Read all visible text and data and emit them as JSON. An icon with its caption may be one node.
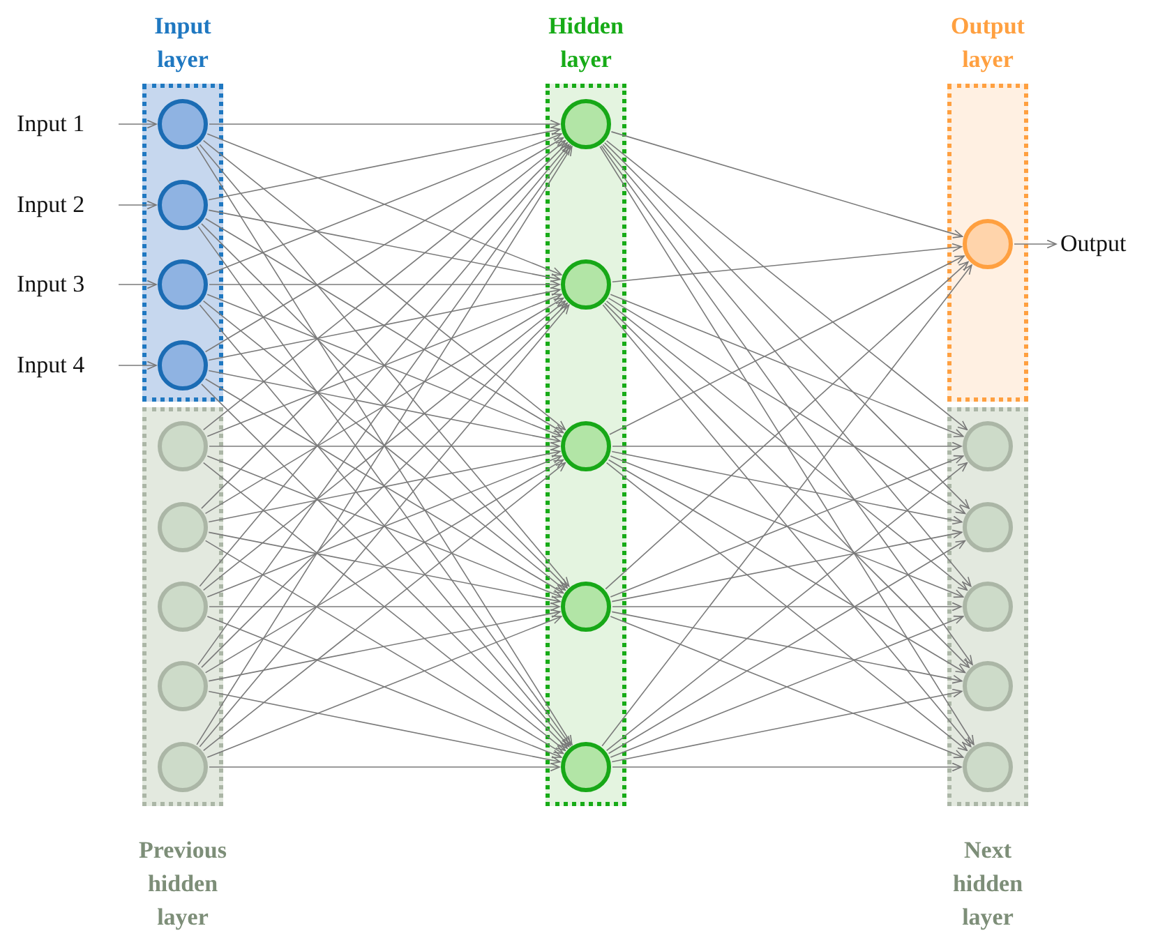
{
  "diagram": {
    "nodes": [
      {
        "text": [
          "Input layer"
        ]
      },
      {
        "text": [],
        "shape": "circle",
        "in": 0
      },
      {
        "text": [],
        "shape": "circle",
        "in": 0
      },
      {
        "text": [],
        "shape": "circle",
        "in": 0
      },
      {
        "text": [],
        "shape": "circle",
        "in": 0
      },
      {
        "text": [
          "Previous hidden layer"
        ]
      },
      {
        "text": [],
        "shape": "circle",
        "in": 5
      },
      {
        "text": [],
        "shape": "circle",
        "in": 5
      },
      {
        "text": [],
        "shape": "circle",
        "in": 5
      },
      {
        "text": [],
        "shape": "circle",
        "in": 5
      },
      {
        "text": [],
        "shape": "circle",
        "in": 5
      },
      {
        "text": [
          "Hidden layer"
        ]
      },
      {
        "text": [],
        "shape": "circle",
        "in": 11
      },
      {
        "text": [],
        "shape": "circle",
        "in": 11
      },
      {
        "text": [],
        "shape": "circle",
        "in": 11
      },
      {
        "text": [],
        "shape": "circle",
        "in": 11
      },
      {
        "text": [],
        "shape": "circle",
        "in": 11
      },
      {
        "text": [
          "Output layer"
        ]
      },
      {
        "text": [],
        "shape": "circle",
        "in": 17
      },
      {
        "text": [
          "Next hidden layer"
        ]
      },
      {
        "text": [],
        "shape": "circle",
        "in": 19
      },
      {
        "text": [],
        "shape": "circle",
        "in": 19
      },
      {
        "text": [],
        "shape": "circle",
        "in": 19
      },
      {
        "text": [],
        "shape": "circle",
        "in": 19
      },
      {
        "text": [],
        "shape": "circle",
        "in": 19
      },
      {
        "text": [
          "Input 1"
        ]
      },
      {
        "text": [
          "Input 2"
        ]
      },
      {
        "text": [
          "Input 3"
        ]
      },
      {
        "text": [
          "Input 4"
        ]
      },
      {
        "text": [
          "Output"
        ]
      }
    ],
    "edges": [
      {
        "from": 25,
        "to": 1,
        "arrow": "to"
      },
      {
        "from": 26,
        "to": 2,
        "arrow": "to"
      },
      {
        "from": 27,
        "to": 3,
        "arrow": "to"
      },
      {
        "from": 28,
        "to": 4,
        "arrow": "to"
      },
      {
        "from": 1,
        "to": 12,
        "arrow": "to"
      },
      {
        "from": 1,
        "to": 13,
        "arrow": "to"
      },
      {
        "from": 1,
        "to": 14,
        "arrow": "to"
      },
      {
        "from": 1,
        "to": 15,
        "arrow": "to"
      },
      {
        "from": 1,
        "to": 16,
        "arrow": "to"
      },
      {
        "from": 2,
        "to": 12,
        "arrow": "to"
      },
      {
        "from": 2,
        "to": 13,
        "arrow": "to"
      },
      {
        "from": 2,
        "to": 14,
        "arrow": "to"
      },
      {
        "from": 2,
        "to": 15,
        "arrow": "to"
      },
      {
        "from": 2,
        "to": 16,
        "arrow": "to"
      },
      {
        "from": 3,
        "to": 12,
        "arrow": "to"
      },
      {
        "from": 3,
        "to": 13,
        "arrow": "to"
      },
      {
        "from": 3,
        "to": 14,
        "arrow": "to"
      },
      {
        "from": 3,
        "to": 15,
        "arrow": "to"
      },
      {
        "from": 3,
        "to": 16,
        "arrow": "to"
      },
      {
        "from": 4,
        "to": 12,
        "arrow": "to"
      },
      {
        "from": 4,
        "to": 13,
        "arrow": "to"
      },
      {
        "from": 4,
        "to": 14,
        "arrow": "to"
      },
      {
        "from": 4,
        "to": 15,
        "arrow": "to"
      },
      {
        "from": 4,
        "to": 16,
        "arrow": "to"
      },
      {
        "from": 6,
        "to": 12,
        "arrow": "to"
      },
      {
        "from": 6,
        "to": 13,
        "arrow": "to"
      },
      {
        "from": 6,
        "to": 14,
        "arrow": "to"
      },
      {
        "from": 6,
        "to": 15,
        "arrow": "to"
      },
      {
        "from": 6,
        "to": 16,
        "arrow": "to"
      },
      {
        "from": 7,
        "to": 12,
        "arrow": "to"
      },
      {
        "from": 7,
        "to": 13,
        "arrow": "to"
      },
      {
        "from": 7,
        "to": 14,
        "arrow": "to"
      },
      {
        "from": 7,
        "to": 15,
        "arrow": "to"
      },
      {
        "from": 7,
        "to": 16,
        "arrow": "to"
      },
      {
        "from": 8,
        "to": 12,
        "arrow": "to"
      },
      {
        "from": 8,
        "to": 13,
        "arrow": "to"
      },
      {
        "from": 8,
        "to": 14,
        "arrow": "to"
      },
      {
        "from": 8,
        "to": 15,
        "arrow": "to"
      },
      {
        "from": 8,
        "to": 16,
        "arrow": "to"
      },
      {
        "from": 9,
        "to": 12,
        "arrow": "to"
      },
      {
        "from": 9,
        "to": 13,
        "arrow": "to"
      },
      {
        "from": 9,
        "to": 14,
        "arrow": "to"
      },
      {
        "from": 9,
        "to": 15,
        "arrow": "to"
      },
      {
        "from": 9,
        "to": 16,
        "arrow": "to"
      },
      {
        "from": 10,
        "to": 12,
        "arrow": "to"
      },
      {
        "from": 10,
        "to": 13,
        "arrow": "to"
      },
      {
        "from": 10,
        "to": 14,
        "arrow": "to"
      },
      {
        "from": 10,
        "to": 15,
        "arrow": "to"
      },
      {
        "from": 10,
        "to": 16,
        "arrow": "to"
      },
      {
        "from": 12,
        "to": 18,
        "arrow": "to"
      },
      {
        "from": 12,
        "to": 20,
        "arrow": "to"
      },
      {
        "from": 12,
        "to": 21,
        "arrow": "to"
      },
      {
        "from": 12,
        "to": 22,
        "arrow": "to"
      },
      {
        "from": 12,
        "to": 23,
        "arrow": "to"
      },
      {
        "from": 12,
        "to": 24,
        "arrow": "to"
      },
      {
        "from": 13,
        "to": 18,
        "arrow": "to"
      },
      {
        "from": 13,
        "to": 20,
        "arrow": "to"
      },
      {
        "from": 13,
        "to": 21,
        "arrow": "to"
      },
      {
        "from": 13,
        "to": 22,
        "arrow": "to"
      },
      {
        "from": 13,
        "to": 23,
        "arrow": "to"
      },
      {
        "from": 13,
        "to": 24,
        "arrow": "to"
      },
      {
        "from": 14,
        "to": 18,
        "arrow": "to"
      },
      {
        "from": 14,
        "to": 20,
        "arrow": "to"
      },
      {
        "from": 14,
        "to": 21,
        "arrow": "to"
      },
      {
        "from": 14,
        "to": 22,
        "arrow": "to"
      },
      {
        "from": 14,
        "to": 23,
        "arrow": "to"
      },
      {
        "from": 14,
        "to": 24,
        "arrow": "to"
      },
      {
        "from": 15,
        "to": 18,
        "arrow": "to"
      },
      {
        "from": 15,
        "to": 20,
        "arrow": "to"
      },
      {
        "from": 15,
        "to": 21,
        "arrow": "to"
      },
      {
        "from": 15,
        "to": 22,
        "arrow": "to"
      },
      {
        "from": 15,
        "to": 23,
        "arrow": "to"
      },
      {
        "from": 15,
        "to": 24,
        "arrow": "to"
      },
      {
        "from": 16,
        "to": 18,
        "arrow": "to"
      },
      {
        "from": 16,
        "to": 20,
        "arrow": "to"
      },
      {
        "from": 16,
        "to": 21,
        "arrow": "to"
      },
      {
        "from": 16,
        "to": 22,
        "arrow": "to"
      },
      {
        "from": 16,
        "to": 23,
        "arrow": "to"
      },
      {
        "from": 16,
        "to": 24,
        "arrow": "to"
      },
      {
        "from": 18,
        "to": 29,
        "arrow": "to"
      }
    ]
  }
}
